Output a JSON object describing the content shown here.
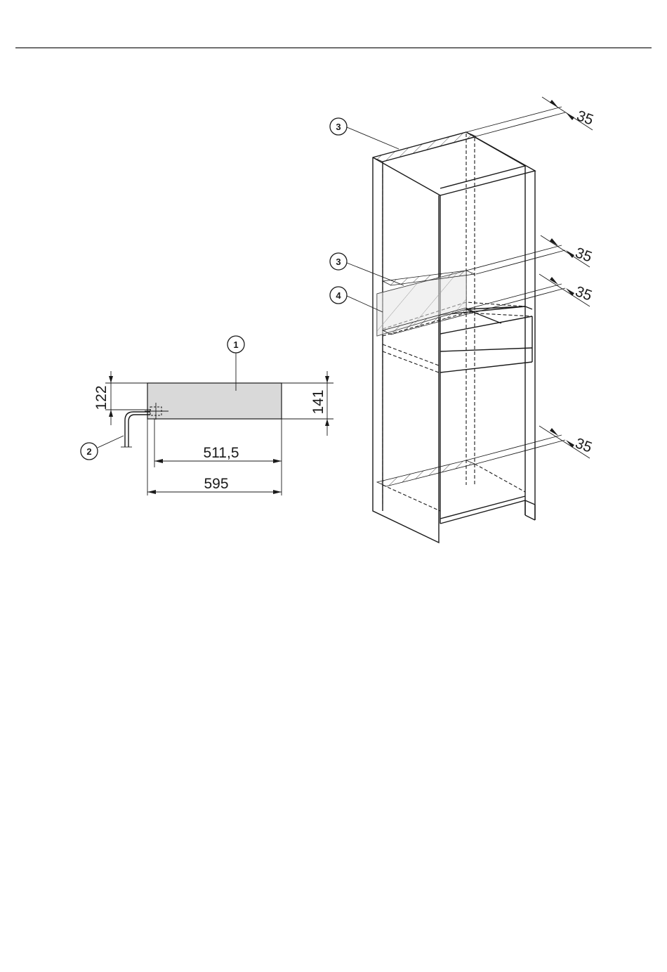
{
  "callouts": {
    "c1": "1",
    "c2": "2",
    "c3_top": "3",
    "c3_mid": "3",
    "c4": "4"
  },
  "dimensions": {
    "height_122": "122",
    "height_141": "141",
    "width_511_5": "511,5",
    "width_595": "595",
    "gap_top": "35",
    "gap_mid1": "35",
    "gap_mid2": "35",
    "gap_bottom": "35"
  },
  "colors": {
    "appliance_fill": "#d9d9d9",
    "hatch_fill": "#e6e6e6",
    "line": "#1a1a1a"
  }
}
